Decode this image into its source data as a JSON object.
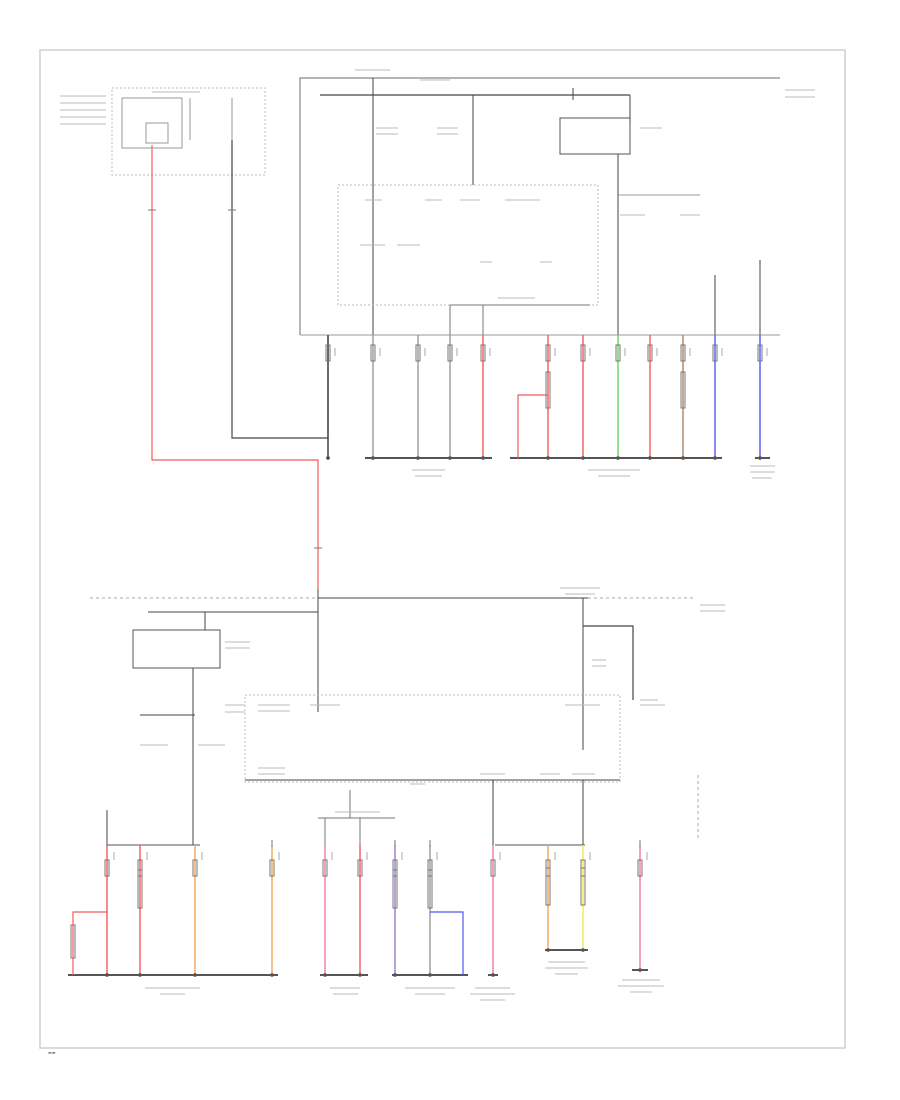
{
  "colors": {
    "black": "#3a3a3a",
    "gray": "#9a9a9a",
    "red": "#f45a5a",
    "orange": "#f5a455",
    "green": "#62d462",
    "brown": "#a8866a",
    "blue": "#5555ee",
    "violet": "#9a7ac8",
    "yellow": "#eeee44",
    "pink": "#f07a9a"
  },
  "wire_colors": {
    "hood_feed": "red",
    "top_left_black": "black",
    "connector_row_top": [
      "black",
      "gray",
      "gray",
      "gray",
      "red",
      "red",
      "red",
      "green",
      "red",
      "brown",
      "blue",
      "blue"
    ],
    "connector_row_bottom": [
      "red",
      "red",
      "orange",
      "orange",
      "pink",
      "red",
      "violet",
      "gray",
      "pink",
      "orange",
      "yellow",
      "pink"
    ]
  },
  "footer": {
    "page_tag": "▬▬"
  }
}
